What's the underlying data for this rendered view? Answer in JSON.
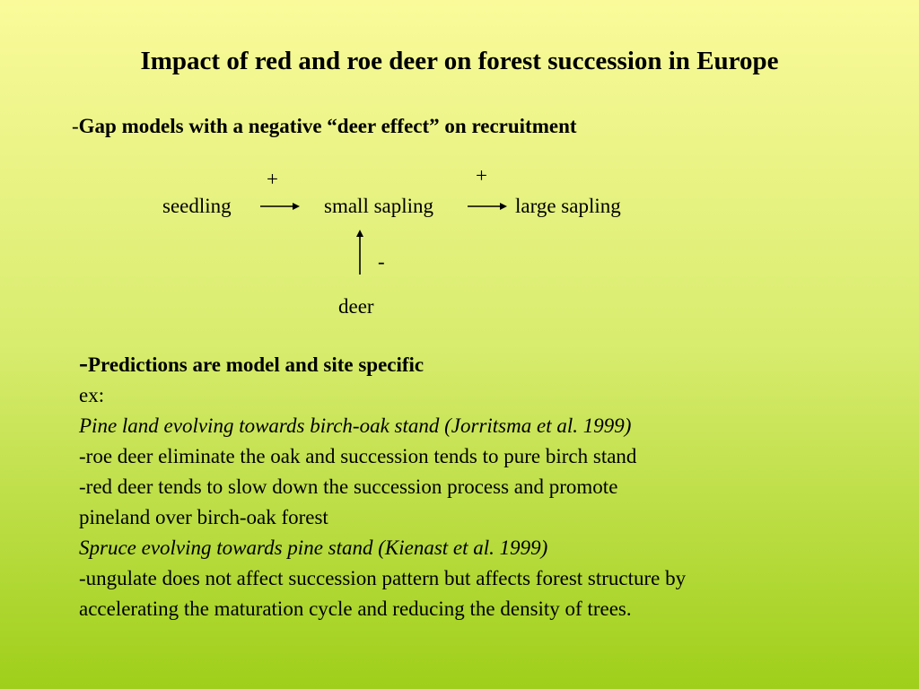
{
  "slide": {
    "title": "Impact of red and roe deer on forest succession in Europe",
    "bullet1": {
      "dash": "-",
      "text": "Gap models with a negative “deer effect” on recruitment"
    },
    "diagram": {
      "seedling": "seedling",
      "small_sapling": "small sapling",
      "large_sapling": "large sapling",
      "deer": "deer",
      "plus1": "+",
      "plus2": "+",
      "minus": "-"
    },
    "body": {
      "heading_dash": "-",
      "heading": "Predictions are model and site specific",
      "ex": "ex:",
      "lines": [
        "Pine land evolving towards birch-oak stand (Jorritsma et al. 1999)",
        "-roe deer eliminate the oak and succession tends to pure birch stand",
        "-red deer tends to slow down the succession process and promote",
        "pineland over birch-oak forest",
        "Spruce evolving towards pine stand (Kienast et al. 1999)",
        "-ungulate does not affect succession pattern but affects forest structure by",
        "accelerating the maturation cycle and reducing the density of trees."
      ]
    }
  }
}
